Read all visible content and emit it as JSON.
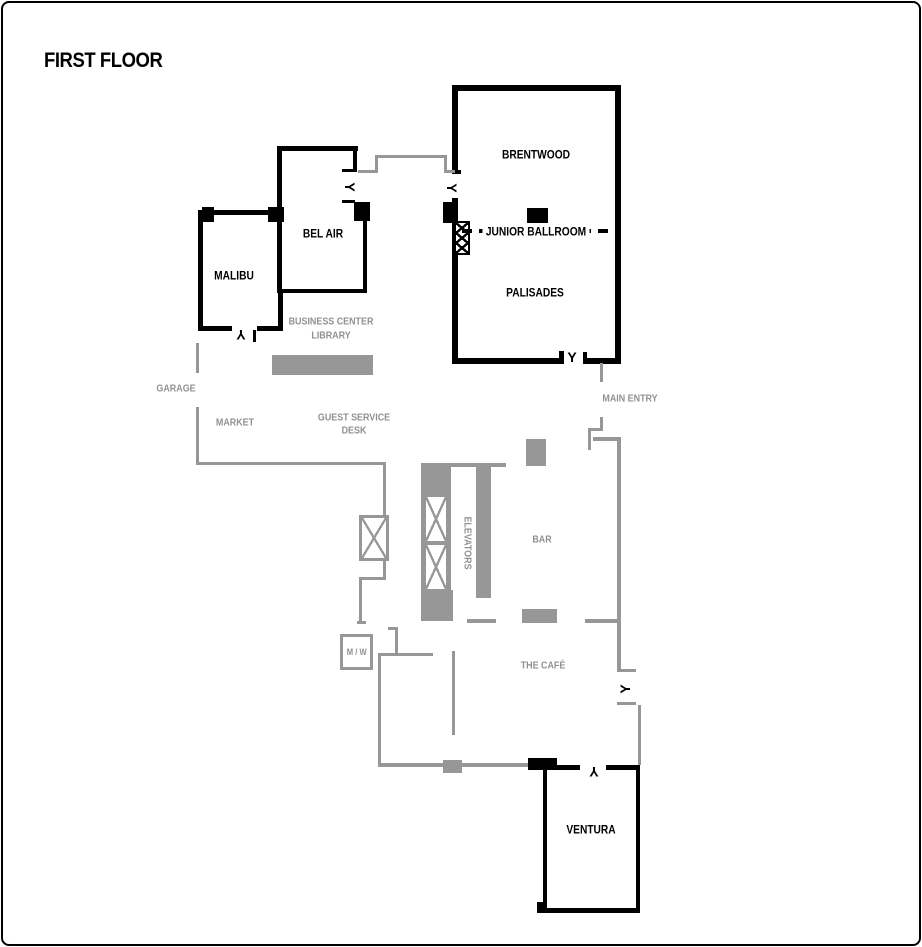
{
  "title": "FIRST FLOOR",
  "colors": {
    "wall": "#000000",
    "secondary": "#979797",
    "background": "#ffffff"
  },
  "rooms": {
    "brentwood": "BRENTWOOD",
    "junior_ballroom": "JUNIOR BALLROOM",
    "palisades": "PALISADES",
    "bel_air": "BEL AIR",
    "malibu": "MALIBU",
    "ventura": "VENTURA"
  },
  "areas": {
    "business_center_line1": "BUSINESS CENTER",
    "business_center_line2": "LIBRARY",
    "garage": "GARAGE",
    "market": "MARKET",
    "guest_service_line1": "GUEST SERVICE",
    "guest_service_line2": "DESK",
    "elevators": "ELEVATORS",
    "bar": "BAR",
    "cafe": "THE CAFÉ",
    "restrooms": "M / W",
    "main_entry": "MAIN ENTRY"
  },
  "icons": {
    "door_swing": "Y"
  }
}
